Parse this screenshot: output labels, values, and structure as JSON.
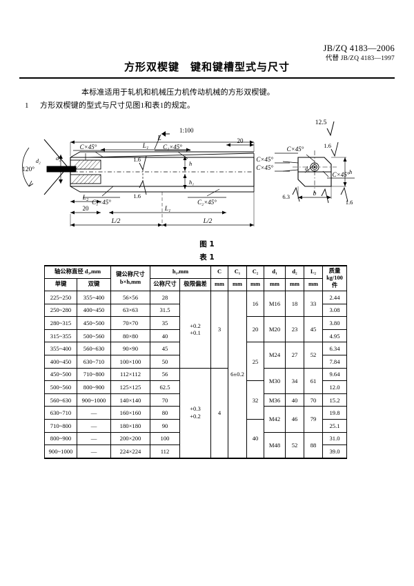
{
  "header": {
    "standard_no": "JB/ZQ 4183—2006",
    "replaces": "代替 JB/ZQ 4183—1997",
    "title": "方形双楔键　键和键槽型式与尺寸"
  },
  "body": {
    "para1": "本标准适用于轧机和机械压力机传动机械的方形双楔键。",
    "para2_num": "1",
    "para2_text": "方形双楔键的型式与尺寸见图1和表1的规定。"
  },
  "captions": {
    "figure": "图 1",
    "table": "表 1"
  },
  "drawing": {
    "surface_top": "12.5",
    "taper": "1:100",
    "angle": "120°",
    "dim_L": "L",
    "dim_L1": "L₁",
    "dim_L2": "L₂",
    "dim_L_half": "L/2",
    "dim_20": "20",
    "chamfer_C": "C×45°",
    "chamfer_C1": "C₁×45°",
    "chamfer_C2": "C₂×45°",
    "rough_16": "1.6",
    "rough_63": "6.3",
    "dim_b": "b",
    "dim_h": "h",
    "dim_h1": "h₁",
    "dim_d1": "d₁",
    "dim_d2": "d₂"
  },
  "table": {
    "headers": {
      "shaft_dia_group": "轴公称直径 d₃,mm",
      "single_key": "单键",
      "double_key": "双键",
      "key_nominal": "键公称尺寸 b×h,mm",
      "h1_group": "h₁,mm",
      "h1_nominal": "公称尺寸",
      "h1_tolerance": "极限偏差",
      "C": "C",
      "C1": "C₁",
      "C2": "C₂",
      "d1": "d₁",
      "d2": "d₂",
      "L2": "L₂",
      "unit_mm": "mm",
      "mass": "质量 kg/100 件",
      "mass_l1": "质量",
      "mass_l2": "kg/100",
      "mass_l3": "件"
    },
    "rows": [
      {
        "single": "225~250",
        "double": "355~400",
        "bh": "56×56",
        "h1": "28",
        "mass": "2.44"
      },
      {
        "single": "250~280",
        "double": "400~450",
        "bh": "63×63",
        "h1": "31.5",
        "mass": "3.08"
      },
      {
        "single": "280~315",
        "double": "450~500",
        "bh": "70×70",
        "h1": "35",
        "mass": "3.80"
      },
      {
        "single": "315~355",
        "double": "500~560",
        "bh": "80×80",
        "h1": "40",
        "mass": "4.95"
      },
      {
        "single": "355~400",
        "double": "560~630",
        "bh": "90×90",
        "h1": "45",
        "mass": "6.34"
      },
      {
        "single": "400~450",
        "double": "630~710",
        "bh": "100×100",
        "h1": "50",
        "mass": "7.84"
      },
      {
        "single": "450~500",
        "double": "710~800",
        "bh": "112×112",
        "h1": "56",
        "mass": "9.64"
      },
      {
        "single": "500~560",
        "double": "800~900",
        "bh": "125×125",
        "h1": "62.5",
        "mass": "12.0"
      },
      {
        "single": "560~630",
        "double": "900~1000",
        "bh": "140×140",
        "h1": "70",
        "mass": "15.2"
      },
      {
        "single": "630~710",
        "double": "—",
        "bh": "160×160",
        "h1": "80",
        "mass": "19.8"
      },
      {
        "single": "710~800",
        "double": "—",
        "bh": "180×180",
        "h1": "90",
        "mass": "25.1"
      },
      {
        "single": "800~900",
        "double": "—",
        "bh": "200×200",
        "h1": "100",
        "mass": "31.0"
      },
      {
        "single": "900~1000",
        "double": "—",
        "bh": "224×224",
        "h1": "112",
        "mass": "39.0"
      }
    ],
    "h1_tolerance_groups": [
      {
        "value": "+0.2\n+0.1",
        "line1": "+0.2",
        "line2": "+0.1",
        "rows": 6
      },
      {
        "value": "+0.3\n+0.2",
        "line1": "+0.3",
        "line2": "+0.2",
        "rows": 7
      }
    ],
    "C_groups": [
      {
        "value": "3",
        "rows": 6
      },
      {
        "value": "4",
        "rows": 7
      }
    ],
    "C1_groups": [
      {
        "value": "6±0.2",
        "rows": 13
      }
    ],
    "C2_groups": [
      {
        "value": "16",
        "rows": 2
      },
      {
        "value": "20",
        "rows": 2
      },
      {
        "value": "25",
        "rows": 3
      },
      {
        "value": "32",
        "rows": 3
      },
      {
        "value": "40",
        "rows": 3
      }
    ],
    "fastener_groups": [
      {
        "d1": "M16",
        "d2": "18",
        "L2": "33",
        "rows": 2
      },
      {
        "d1": "M20",
        "d2": "23",
        "L2": "45",
        "rows": 2
      },
      {
        "d1": "M24",
        "d2": "27",
        "L2": "52",
        "rows": 2
      },
      {
        "d1": "M30",
        "d2": "34",
        "L2": "61",
        "rows": 2
      },
      {
        "d1": "M36",
        "d2": "40",
        "L2": "70",
        "rows": 1
      },
      {
        "d1": "M42",
        "d2": "46",
        "L2": "79",
        "rows": 2
      },
      {
        "d1": "M48",
        "d2": "52",
        "L2": "88",
        "rows": 2
      }
    ]
  }
}
